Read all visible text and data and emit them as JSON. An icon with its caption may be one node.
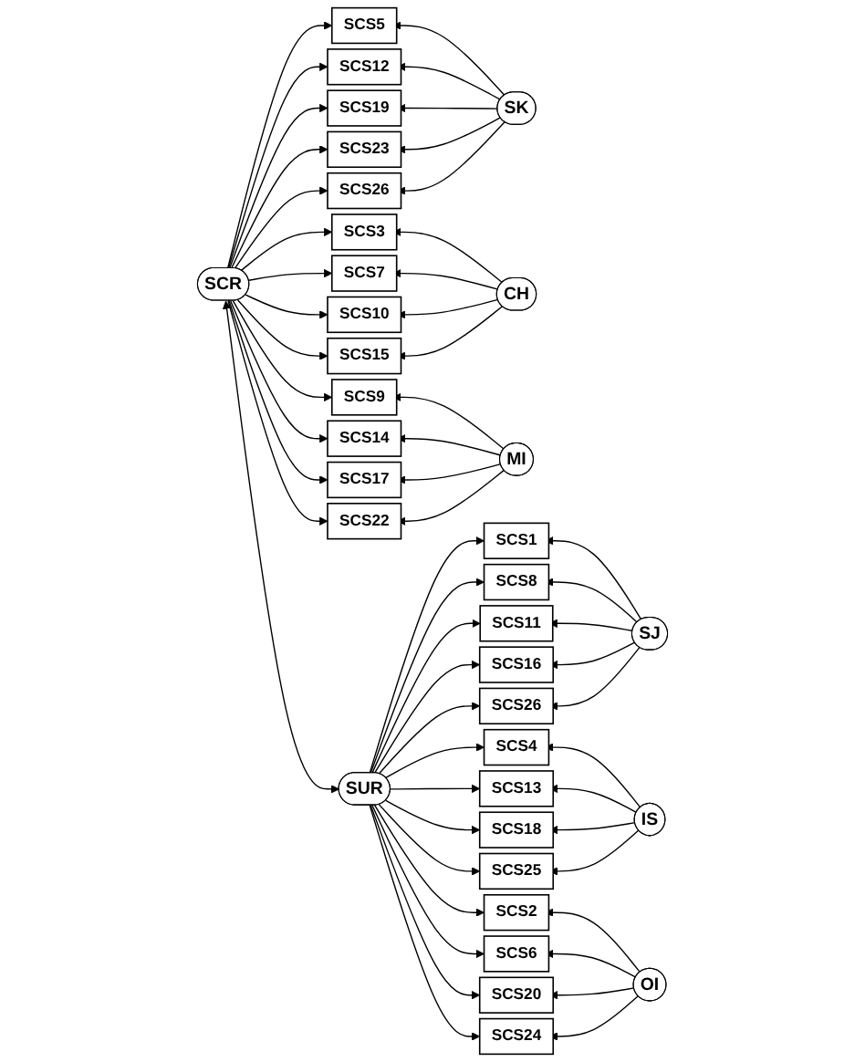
{
  "diagram": {
    "nodes": [
      {
        "text": [
          "SCR"
        ]
      },
      {
        "text": [
          "SCS5"
        ]
      },
      {
        "text": [
          "SCS12"
        ]
      },
      {
        "text": [
          "SCS19"
        ]
      },
      {
        "text": [
          "SCS23"
        ]
      },
      {
        "text": [
          "SCS26"
        ]
      },
      {
        "text": [
          "SCS3"
        ]
      },
      {
        "text": [
          "SCS7"
        ]
      },
      {
        "text": [
          "SCS10"
        ]
      },
      {
        "text": [
          "SCS15"
        ]
      },
      {
        "text": [
          "SCS9"
        ]
      },
      {
        "text": [
          "SCS14"
        ]
      },
      {
        "text": [
          "SCS17"
        ]
      },
      {
        "text": [
          "SCS22"
        ]
      },
      {
        "text": [
          "SK"
        ]
      },
      {
        "text": [
          "CH"
        ]
      },
      {
        "text": [
          "MI"
        ]
      },
      {
        "text": [
          "SUR"
        ]
      },
      {
        "text": [
          "SCS1"
        ]
      },
      {
        "text": [
          "SCS8"
        ]
      },
      {
        "text": [
          "SCS11"
        ]
      },
      {
        "text": [
          "SCS16"
        ]
      },
      {
        "text": [
          "SCS26"
        ]
      },
      {
        "text": [
          "SCS4"
        ]
      },
      {
        "text": [
          "SCS13"
        ]
      },
      {
        "text": [
          "SCS18"
        ]
      },
      {
        "text": [
          "SCS25"
        ]
      },
      {
        "text": [
          "SCS2"
        ]
      },
      {
        "text": [
          "SCS6"
        ]
      },
      {
        "text": [
          "SCS20"
        ]
      },
      {
        "text": [
          "SCS24"
        ]
      },
      {
        "text": [
          "SJ"
        ]
      },
      {
        "text": [
          "IS"
        ]
      },
      {
        "text": [
          "OI"
        ]
      }
    ],
    "edges": [
      {
        "from": 0,
        "to": 17,
        "arrow": "both"
      },
      {
        "from": 0,
        "to": 1,
        "arrow": "to"
      },
      {
        "from": 0,
        "to": 2,
        "arrow": "to"
      },
      {
        "from": 0,
        "to": 3,
        "arrow": "to"
      },
      {
        "from": 0,
        "to": 4,
        "arrow": "to"
      },
      {
        "from": 0,
        "to": 5,
        "arrow": "to"
      },
      {
        "from": 0,
        "to": 6,
        "arrow": "to"
      },
      {
        "from": 0,
        "to": 7,
        "arrow": "to"
      },
      {
        "from": 0,
        "to": 8,
        "arrow": "to"
      },
      {
        "from": 0,
        "to": 9,
        "arrow": "to"
      },
      {
        "from": 0,
        "to": 10,
        "arrow": "to"
      },
      {
        "from": 0,
        "to": 11,
        "arrow": "to"
      },
      {
        "from": 0,
        "to": 12,
        "arrow": "to"
      },
      {
        "from": 0,
        "to": 13,
        "arrow": "to"
      },
      {
        "from": 14,
        "to": 1,
        "arrow": "to"
      },
      {
        "from": 14,
        "to": 2,
        "arrow": "to"
      },
      {
        "from": 14,
        "to": 3,
        "arrow": "to"
      },
      {
        "from": 14,
        "to": 4,
        "arrow": "to"
      },
      {
        "from": 14,
        "to": 5,
        "arrow": "to"
      },
      {
        "from": 15,
        "to": 6,
        "arrow": "to"
      },
      {
        "from": 15,
        "to": 7,
        "arrow": "to"
      },
      {
        "from": 15,
        "to": 8,
        "arrow": "to"
      },
      {
        "from": 15,
        "to": 9,
        "arrow": "to"
      },
      {
        "from": 16,
        "to": 10,
        "arrow": "to"
      },
      {
        "from": 16,
        "to": 11,
        "arrow": "to"
      },
      {
        "from": 16,
        "to": 12,
        "arrow": "to"
      },
      {
        "from": 16,
        "to": 13,
        "arrow": "to"
      },
      {
        "from": 17,
        "to": 18,
        "arrow": "to"
      },
      {
        "from": 17,
        "to": 19,
        "arrow": "to"
      },
      {
        "from": 17,
        "to": 20,
        "arrow": "to"
      },
      {
        "from": 17,
        "to": 21,
        "arrow": "to"
      },
      {
        "from": 17,
        "to": 22,
        "arrow": "to"
      },
      {
        "from": 17,
        "to": 23,
        "arrow": "to"
      },
      {
        "from": 17,
        "to": 24,
        "arrow": "to"
      },
      {
        "from": 17,
        "to": 25,
        "arrow": "to"
      },
      {
        "from": 17,
        "to": 26,
        "arrow": "to"
      },
      {
        "from": 17,
        "to": 27,
        "arrow": "to"
      },
      {
        "from": 17,
        "to": 28,
        "arrow": "to"
      },
      {
        "from": 17,
        "to": 29,
        "arrow": "to"
      },
      {
        "from": 17,
        "to": 30,
        "arrow": "to"
      },
      {
        "from": 31,
        "to": 18,
        "arrow": "to"
      },
      {
        "from": 31,
        "to": 19,
        "arrow": "to"
      },
      {
        "from": 31,
        "to": 20,
        "arrow": "to"
      },
      {
        "from": 31,
        "to": 21,
        "arrow": "to"
      },
      {
        "from": 31,
        "to": 22,
        "arrow": "to"
      },
      {
        "from": 32,
        "to": 23,
        "arrow": "to"
      },
      {
        "from": 32,
        "to": 24,
        "arrow": "to"
      },
      {
        "from": 32,
        "to": 25,
        "arrow": "to"
      },
      {
        "from": 32,
        "to": 26,
        "arrow": "to"
      },
      {
        "from": 33,
        "to": 27,
        "arrow": "to"
      },
      {
        "from": 33,
        "to": 28,
        "arrow": "to"
      },
      {
        "from": 33,
        "to": 29,
        "arrow": "to"
      },
      {
        "from": 33,
        "to": 30,
        "arrow": "to"
      }
    ]
  }
}
